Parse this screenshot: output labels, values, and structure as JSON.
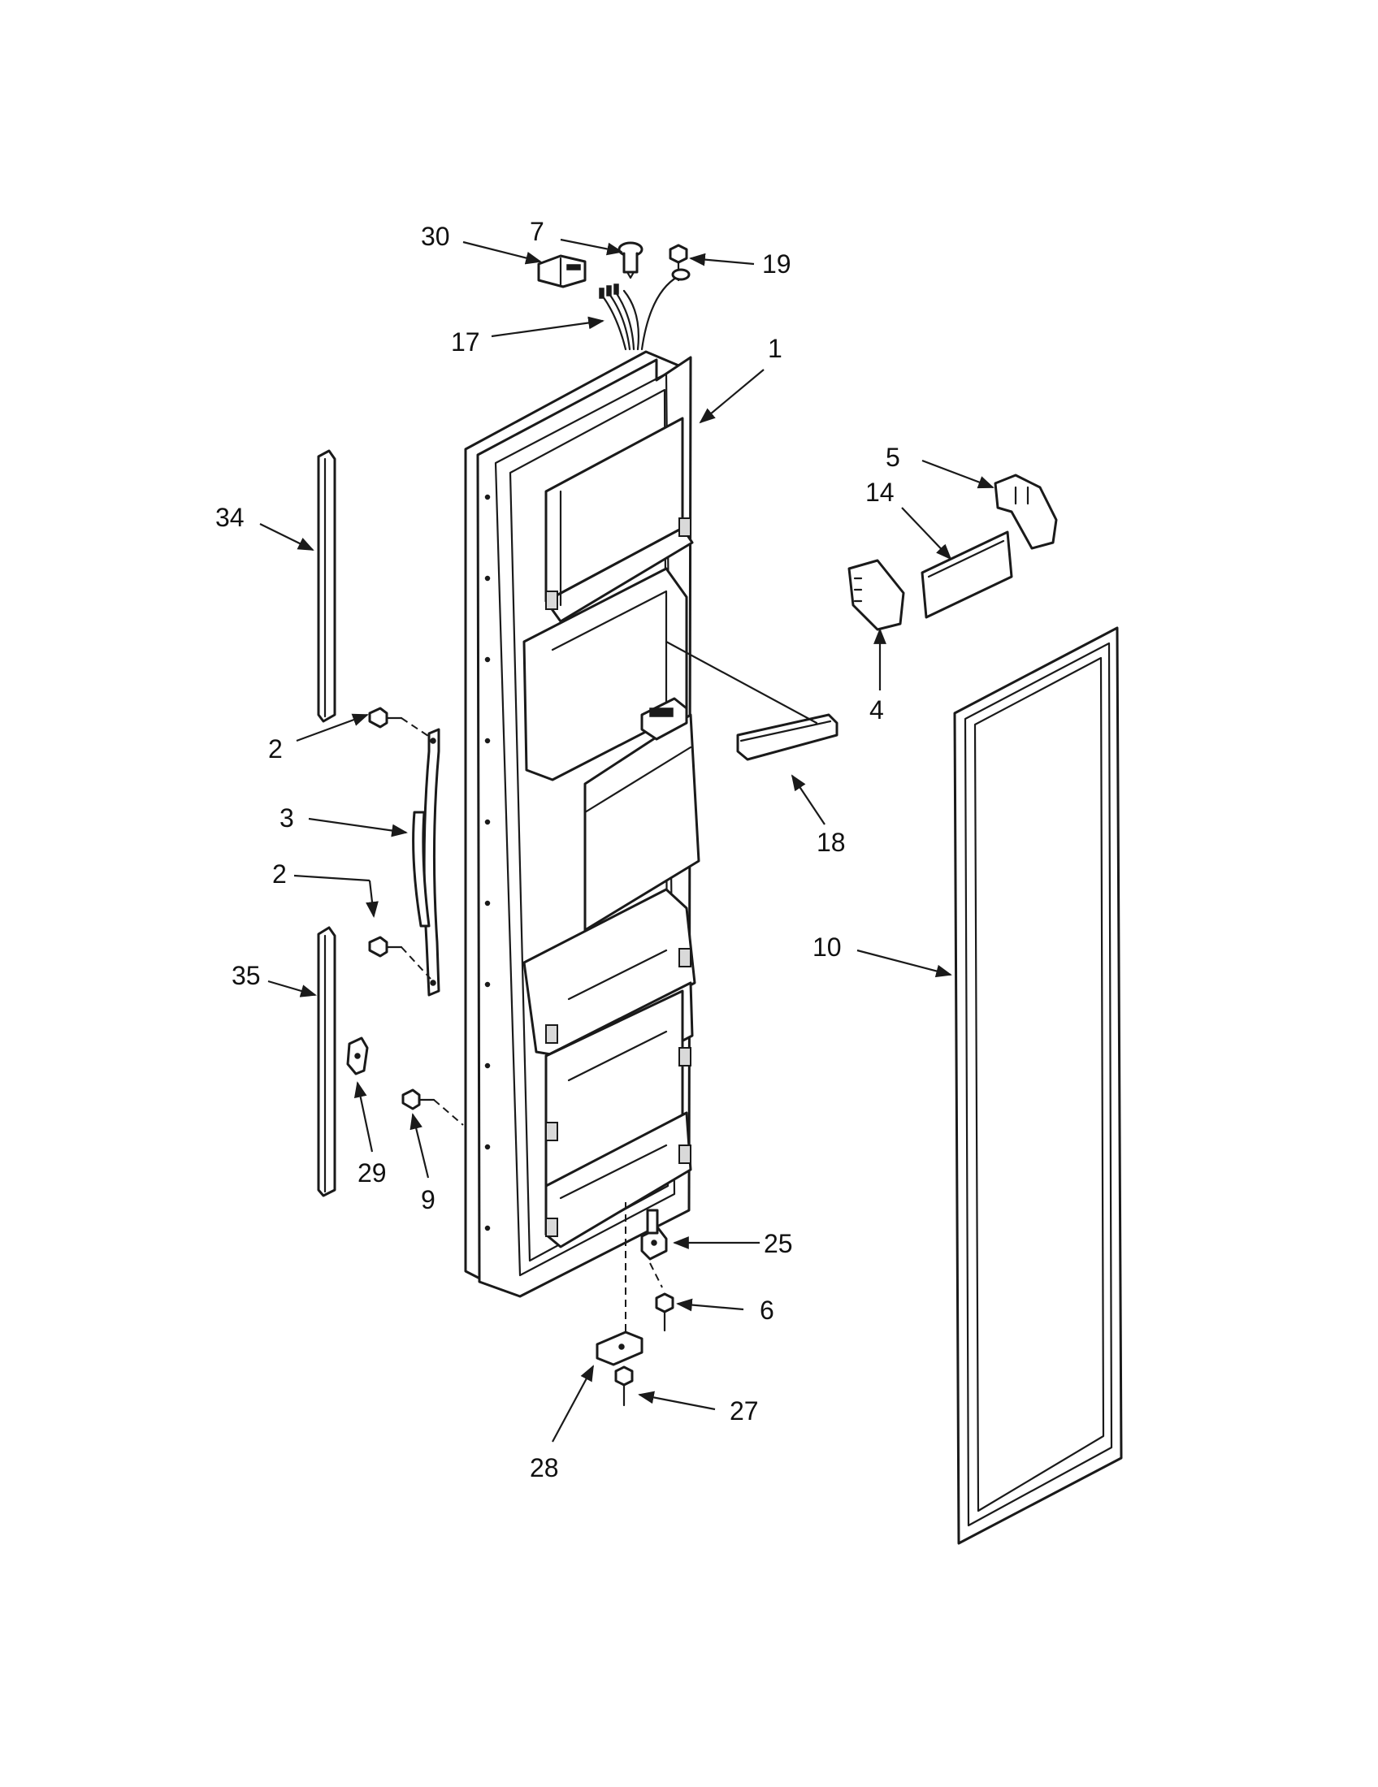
{
  "diagram": {
    "callouts": {
      "c1": "1",
      "c2a": "2",
      "c2b": "2",
      "c3": "3",
      "c4": "4",
      "c5": "5",
      "c6": "6",
      "c7": "7",
      "c9": "9",
      "c10": "10",
      "c14": "14",
      "c17": "17",
      "c18": "18",
      "c19": "19",
      "c25": "25",
      "c27": "27",
      "c28": "28",
      "c29": "29",
      "c30": "30",
      "c34": "34",
      "c35": "35"
    }
  }
}
